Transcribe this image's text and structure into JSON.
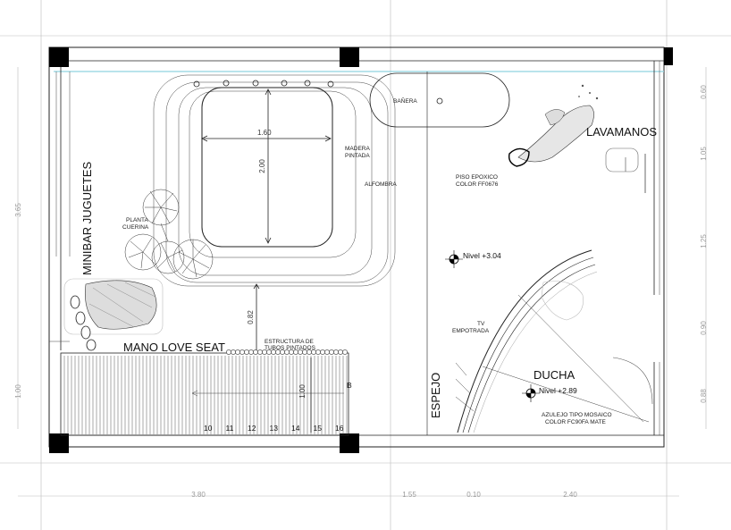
{
  "labels": {
    "minibar": "MINIBAR JUGUETES",
    "lavamanos": "LAVAMANOS",
    "mano_love_seat": "MANO LOVE SEAT",
    "ducha": "DUCHA",
    "espejo": "ESPEJO",
    "banera": "BAÑERA",
    "madera_1": "MADERA",
    "madera_2": "PINTADA",
    "alfombra": "ALFOMBRA",
    "planta_1": "PLANTA",
    "planta_2": "CUERINA",
    "piso_1": "PISO EPOXICO",
    "piso_2": "COLOR FF0676",
    "nivel_1": "Nivel +3.04",
    "nivel_2": "Nivel +2.89",
    "tv_1": "TV",
    "tv_2": "EMPOTRADA",
    "estructura_1": "ESTRUCTURA DE",
    "estructura_2": "TUBOS PINTADOS",
    "azulejo_1": "AZULEJO TIPO MOSAICO",
    "azulejo_2": "COLOR FC90FA MATE",
    "stair_b": "B"
  },
  "dimensions": {
    "bed_width": "1.60",
    "bed_length": "2.00",
    "gap": "0.82",
    "stair_len": "1.00",
    "left_top": "3.65",
    "left_bottom": "1.00",
    "bottom_1": "3.80",
    "bottom_2": "1.55",
    "bottom_3": "0.10",
    "bottom_4": "2.40",
    "right_1": "0.60",
    "right_2": "1.05",
    "right_3": "1.25",
    "right_4": "0.90",
    "right_5": "0.88"
  },
  "stair_numbers": [
    "10",
    "11",
    "12",
    "13",
    "14",
    "15",
    "16"
  ],
  "colors": {
    "line": "#222222",
    "column": "#000000",
    "wall_accent": "#8fd3e0",
    "dim_text": "#9a9a9a"
  }
}
